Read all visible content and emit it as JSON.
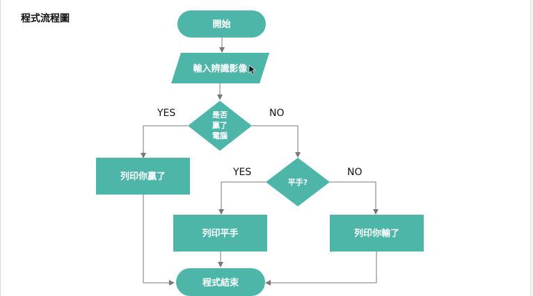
{
  "page_title": "程式流程圖",
  "colors": {
    "node_fill": "#4db6a8",
    "edge": "#777777",
    "text_on_node": "#ffffff"
  },
  "nodes": {
    "start": "開始",
    "input": "輸入辨識影像",
    "decision_win": [
      "是否",
      "贏了",
      "電腦"
    ],
    "print_win": "列印你贏了",
    "decision_tie": "平手?",
    "print_tie": "列印平手",
    "print_lose": "列印你輸了",
    "end": "程式結束"
  },
  "branches": {
    "win_yes": "YES",
    "win_no": "NO",
    "tie_yes": "YES",
    "tie_no": "NO"
  }
}
